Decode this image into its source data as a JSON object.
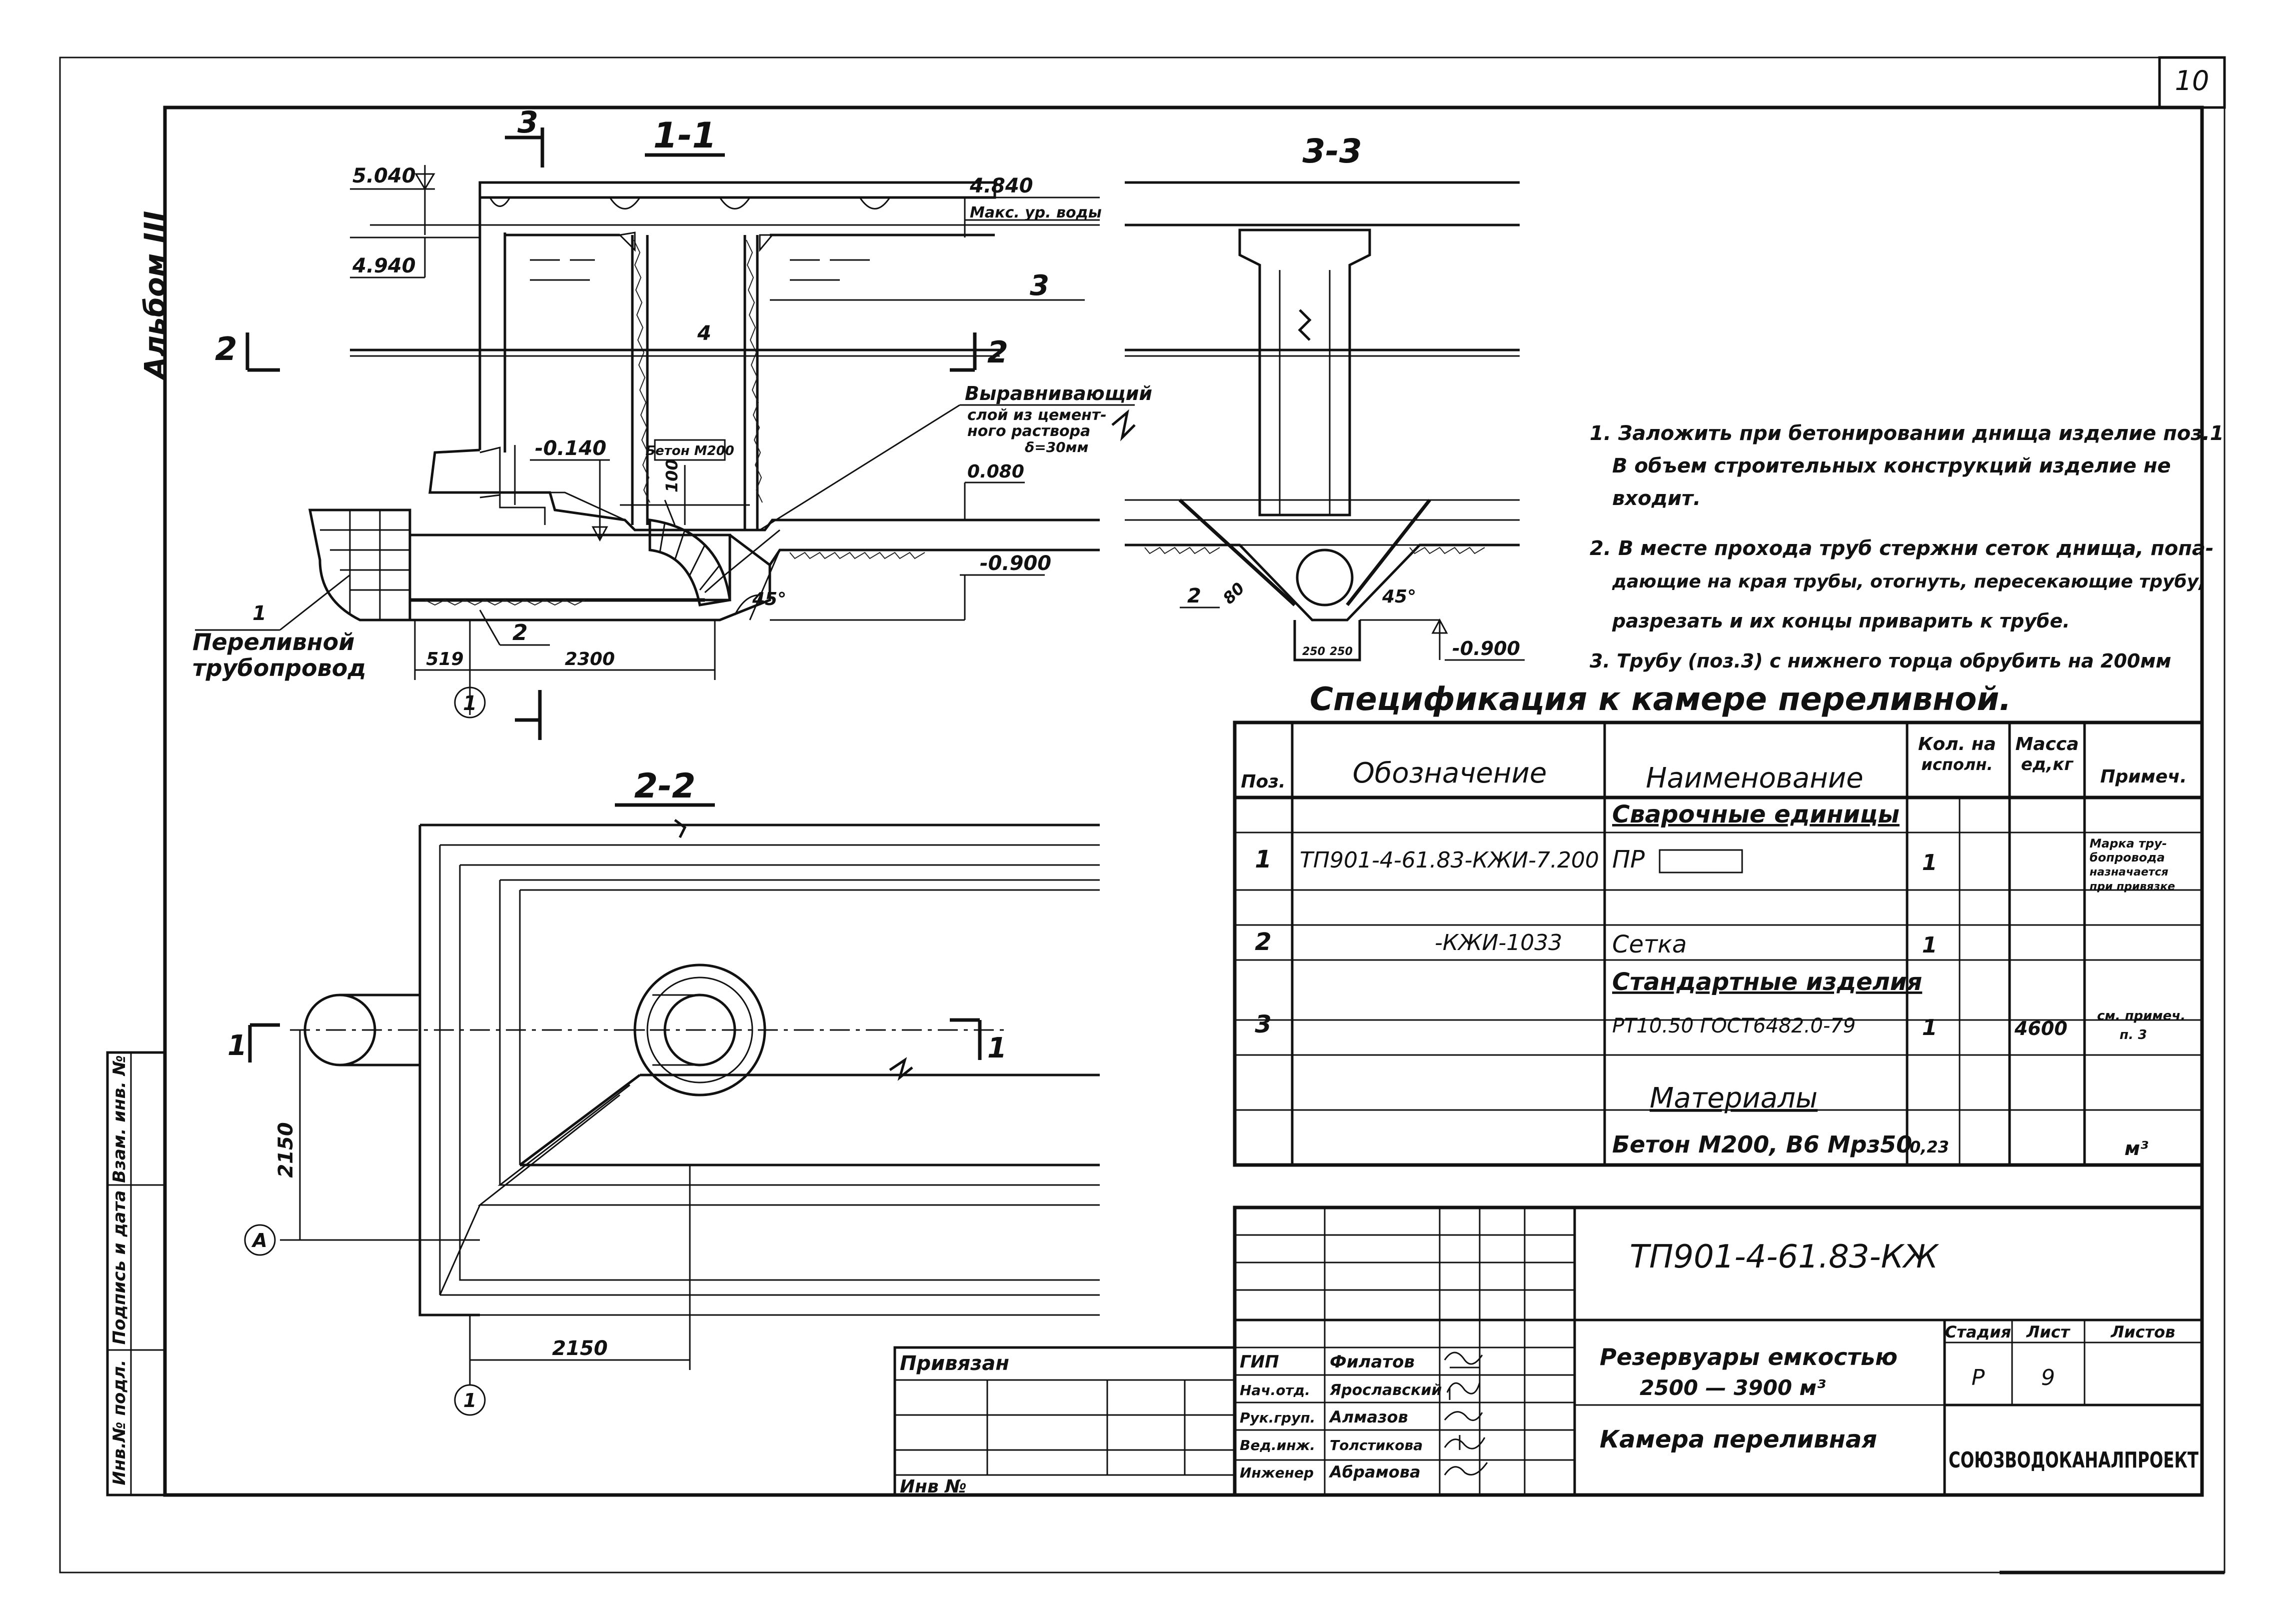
{
  "sheet": {
    "page_number": "10",
    "album": "Альбом III",
    "doc_code": "ТП901-4-61.83-КЖ"
  },
  "section_1_1": {
    "title": "1-1",
    "cut_3_mark": "3",
    "cut_2_left": "2",
    "cut_2_right": "2",
    "level_5040": "5.040",
    "level_4940": "4.940",
    "level_4840": "4.840",
    "max_water_label": "Макс. ур. воды",
    "level_m0140": "-0.140",
    "level_0080": "0.080",
    "level_m0900": "-0.900",
    "beton_label": "Бетон М200",
    "dim_100": "100",
    "layer_note": [
      "Выравнивающий",
      "слой из цемент-",
      "ного раствора",
      "δ=30мм"
    ],
    "angle_45": "45°",
    "pos_1": "1",
    "pos_2": "2",
    "pos_3": "3",
    "pos_4": "4",
    "pipe_label_1": "Переливной",
    "pipe_label_2": "трубопровод",
    "dim_519": "519",
    "dim_2300": "2300",
    "axis_1": "1"
  },
  "section_3_3": {
    "title": "3-3",
    "pos_2": "2",
    "dim_80": "80",
    "angle_45": "45°",
    "level_m0900": "-0.900",
    "dim_250a": "250",
    "dim_250b": "250"
  },
  "section_2_2": {
    "title": "2-2",
    "cut_1_left": "1",
    "cut_1_right": "1",
    "dim_2150_v": "2150",
    "dim_2150_h": "2150",
    "axis_a": "А",
    "axis_1": "1"
  },
  "notes": [
    "1. Заложить при бетонировании днища изделие поз.1",
    "В объем строительных конструкций изделие не",
    "входит.",
    "2. В месте прохода труб стержни сеток днища, попа-",
    "дающие на края трубы, отогнуть, пересекающие трубу,",
    "разрезать и их концы приварить к трубе.",
    "3. Трубу (поз.3) с нижнего торца обрубить на 200мм"
  ],
  "spec": {
    "title": "Спецификация к камере переливной.",
    "headers": {
      "pos": "Поз.",
      "designation": "Обозначение",
      "name": "Наименование",
      "qty": [
        "Кол. на",
        "исполн."
      ],
      "mass": [
        "Масса",
        "ед,кг"
      ],
      "note": "Примеч."
    },
    "rows": [
      {
        "pos": "",
        "designation": "",
        "name": "Сварочные единицы",
        "qty": "",
        "mass": "",
        "note": "",
        "heading": true
      },
      {
        "pos": "1",
        "designation": "ТП901-4-61.83-КЖИ-7.200",
        "name": "ПР",
        "qty": "1",
        "mass": "",
        "note": [
          "Марка тру-",
          "бопровода",
          "назначается",
          "при привязке"
        ]
      },
      {
        "pos": "2",
        "designation": "-КЖИ-1033",
        "name": "Сетка",
        "qty": "1",
        "mass": "",
        "note": ""
      },
      {
        "pos": "",
        "designation": "",
        "name": "Стандартные изделия",
        "qty": "",
        "mass": "",
        "note": "",
        "heading": true
      },
      {
        "pos": "3",
        "designation": "",
        "name": "РТ10.50 ГОСТ6482.0-79",
        "qty": "1",
        "mass": "4600",
        "note": [
          "см. примеч.",
          "п. 3"
        ]
      },
      {
        "pos": "",
        "designation": "",
        "name": "Материалы",
        "qty": "",
        "mass": "",
        "note": "",
        "heading": true
      },
      {
        "pos": "",
        "designation": "",
        "name": "Бетон М200, В6 Мрз50",
        "qty": "0,23",
        "mass": "",
        "note": "м³"
      }
    ]
  },
  "stamp": {
    "privyazan": "Привязан",
    "inv": "Инв №",
    "roles": [
      "ГИП",
      "Нач.отд.",
      "Рук.груп.",
      "Вед.инж.",
      "Инженер"
    ],
    "names": [
      "Филатов",
      "Ярославский",
      "Алмазов",
      "Толстикова",
      "Абрамова"
    ],
    "title_1": "Резервуары емкостью",
    "title_2": "2500 — 3900 м³",
    "subject": "Камера переливная",
    "stage_label": "Стадия",
    "sheet_label": "Лист",
    "sheets_label": "Листов",
    "stage": "Р",
    "sheet": "9",
    "org": "СОЮЗВОДОКАНАЛПРОЕКТ"
  },
  "side_stamp": [
    "Инв.№ подл.",
    "Подпись и дата",
    "Взам. инв. №"
  ]
}
